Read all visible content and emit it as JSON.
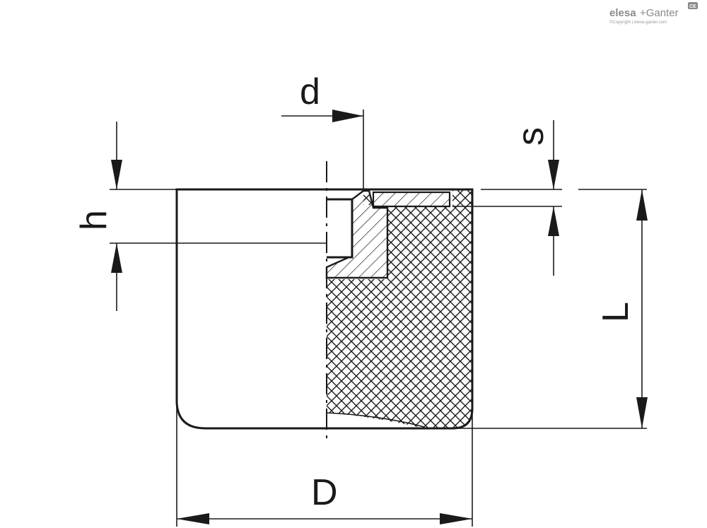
{
  "brand": {
    "name_part1": "elesa",
    "name_part2": "+Ganter",
    "copyright": "©Copyright | elesa-ganter.com",
    "badge": "CE"
  },
  "dimensions": {
    "d": "d",
    "s": "s",
    "h": "h",
    "L": "L",
    "D": "D"
  },
  "colors": {
    "line": "#1a1a1a",
    "logo": "#8a8a8a"
  }
}
